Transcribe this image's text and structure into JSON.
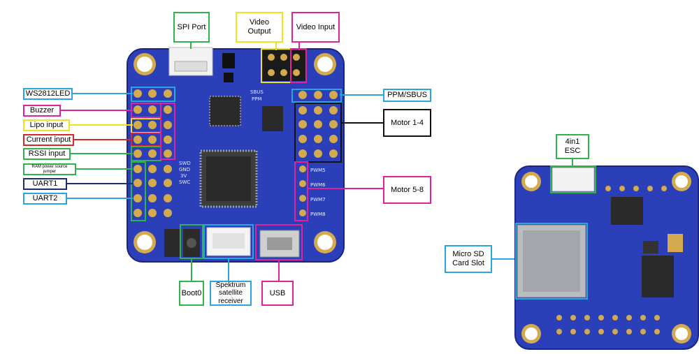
{
  "colors": {
    "green": "#2fb34a",
    "yellow": "#f0e31b",
    "magenta": "#e0239b",
    "cyan": "#2aa6dc",
    "red": "#d6282b",
    "navy": "#1d2f6e",
    "black": "#111111",
    "board": "#2b3fb8"
  },
  "labels": {
    "spi_port": "SPI Port",
    "video_output": "Video Output",
    "video_input": "Video Input",
    "ws2812led": "WS2812LED",
    "buzzer": "Buzzer",
    "lipo_input": "Lipo input",
    "current_input": "Current input",
    "rssi_input": "RSSI input",
    "ram_power_source_jumper": "RAM power source jumper",
    "uart1": "UART1",
    "uart2": "UART2",
    "ppm_sbus": "PPM/SBUS",
    "motor_1_4": "Motor 1-4",
    "motor_5_8": "Motor 5-8",
    "boot0": "Boot0",
    "spektrum": "Spektrum\nsatellite\nreceiver",
    "usb": "USB",
    "esc_4in1": "4in1 ESC",
    "micro_sd": "Micro SD\nCard Slot"
  },
  "silkscreen": {
    "sbus": "SBUS",
    "ppm": "PPM",
    "pwm5": "PWM5",
    "pwm6": "PWM6",
    "pwm7": "PWM7",
    "pwm8": "PWM8",
    "swd": "SWD",
    "gnd": "GND",
    "v3": "3V",
    "swc": "SWC"
  }
}
